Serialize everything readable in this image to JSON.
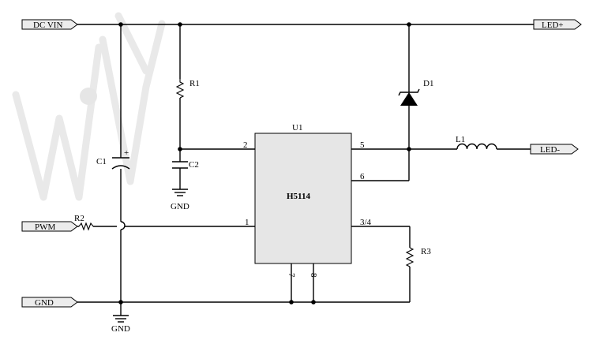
{
  "ports": {
    "dc_vin": "DC VIN",
    "pwm": "PWM",
    "gnd": "GND",
    "led_plus": "LED+",
    "led_minus": "LED-"
  },
  "chip": {
    "ref": "U1",
    "part": "H5114",
    "pins": {
      "p1": "1",
      "p2": "2",
      "p34": "3/4",
      "p5": "5",
      "p6": "6",
      "p7": "7",
      "p8": "8"
    }
  },
  "components": {
    "r1": "R1",
    "r2": "R2",
    "r3": "R3",
    "c1": "C1",
    "c2": "C2",
    "d1": "D1",
    "l1": "L1",
    "c1_polarity": "+"
  },
  "ground_labels": {
    "c2": "GND",
    "main": "GND"
  }
}
